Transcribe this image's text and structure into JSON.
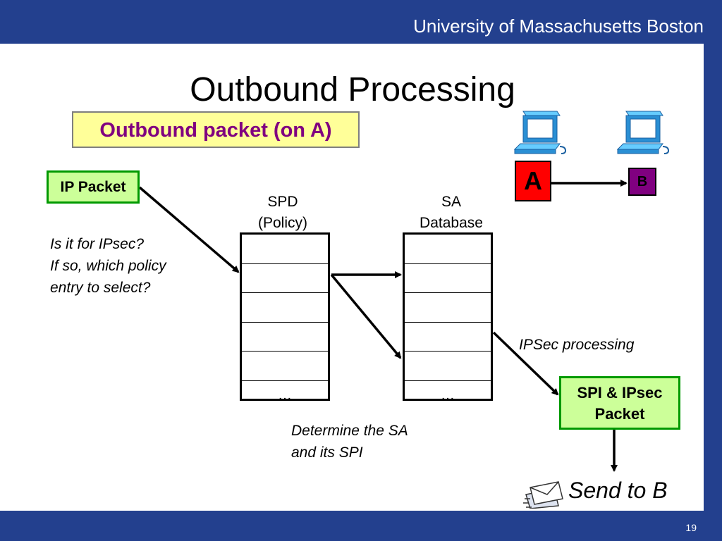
{
  "header": {
    "institution": "University of Massachusetts Boston"
  },
  "slide": {
    "title": "Outbound Processing",
    "subtitle": "Outbound packet (on A)",
    "page_number": "19"
  },
  "diagram": {
    "ip_packet": "IP Packet",
    "question": [
      "Is it for IPsec?",
      "If so, which policy",
      "entry to select?"
    ],
    "spd_label": [
      "SPD",
      "(Policy)"
    ],
    "sa_label": [
      "SA",
      "Database"
    ],
    "table_ellipsis": "…",
    "ipsec_processing": "IPSec processing",
    "spi_packet": [
      "SPI & IPsec",
      "Packet"
    ],
    "determine_sa": [
      "Determine the SA",
      "and its SPI"
    ],
    "send_to": "Send to B",
    "node_a": "A",
    "node_b": "B"
  },
  "colors": {
    "band": "#23408e",
    "subtitle_bg": "#ffff99",
    "subtitle_text": "#800080",
    "green_fill": "#ccff99",
    "green_border": "#009900",
    "node_a": "#ff0000",
    "node_b": "#800080"
  },
  "icons": [
    "computer-icon",
    "computer-icon",
    "envelope-icon"
  ]
}
